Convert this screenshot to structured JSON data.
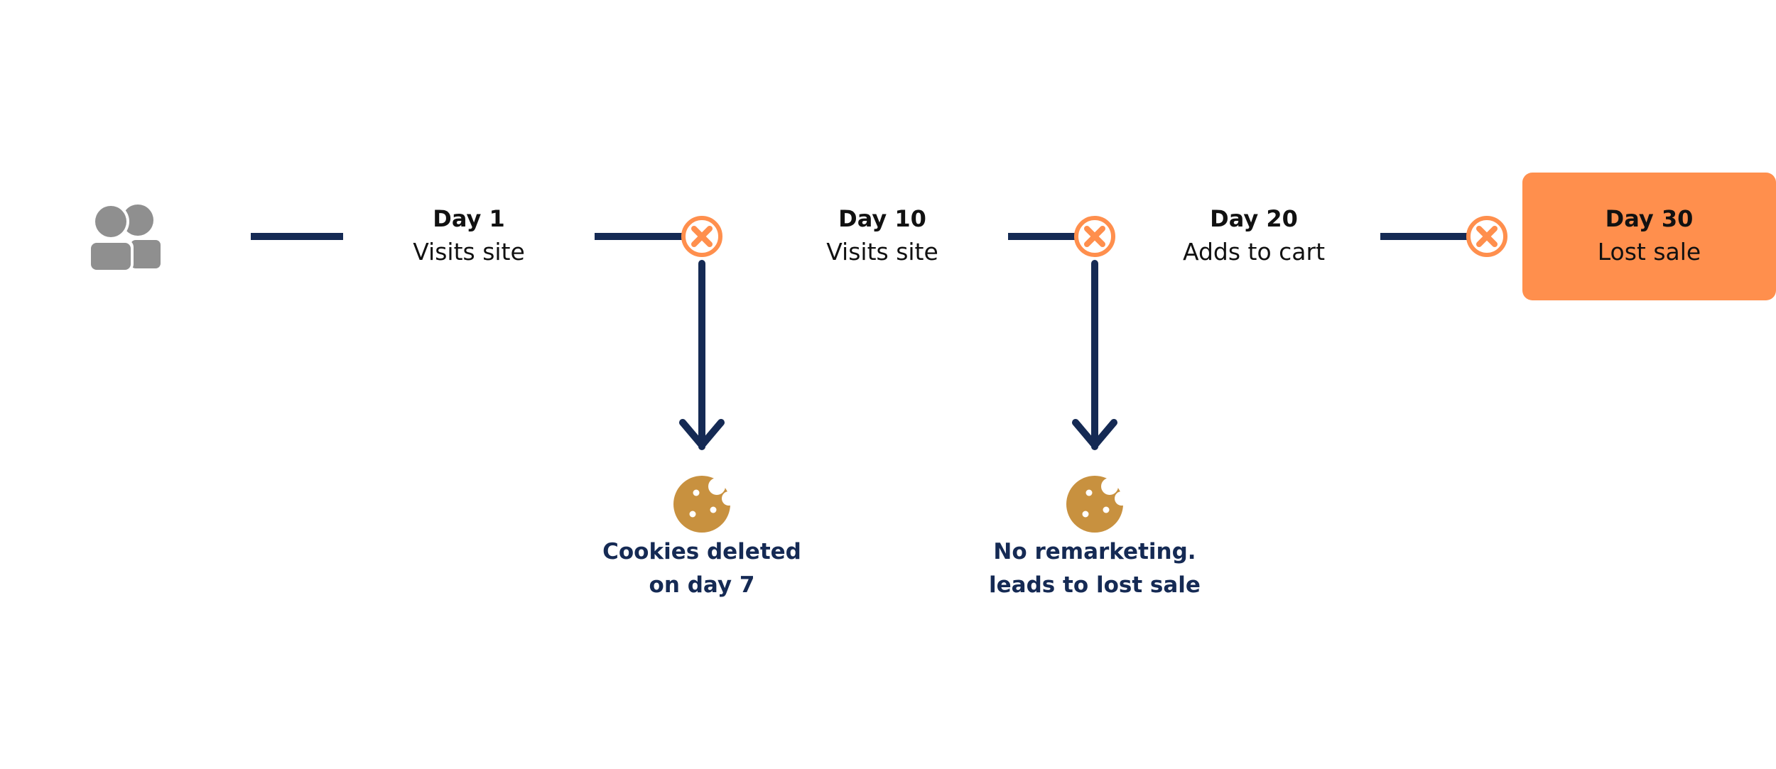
{
  "colors": {
    "navy": "#152a54",
    "orange": "#ff8f4d",
    "cookie": "#c8913f",
    "icon_gray": "#8f8f8f"
  },
  "user": {
    "icon": "users-icon"
  },
  "stages": [
    {
      "day": "Day 1",
      "action": "Visits site"
    },
    {
      "day": "Day 10",
      "action": "Visits site"
    },
    {
      "day": "Day 20",
      "action": "Adds to cart"
    },
    {
      "day": "Day 30",
      "action": "Lost sale"
    }
  ],
  "breaks": [
    {
      "icon": "x-circle-icon"
    },
    {
      "icon": "x-circle-icon"
    },
    {
      "icon": "x-circle-icon"
    }
  ],
  "notes": [
    {
      "icon": "cookie-icon",
      "line1": "Cookies deleted",
      "line2": "on day 7"
    },
    {
      "icon": "cookie-icon",
      "line1": "No remarketing.",
      "line2": "leads to lost sale"
    }
  ]
}
